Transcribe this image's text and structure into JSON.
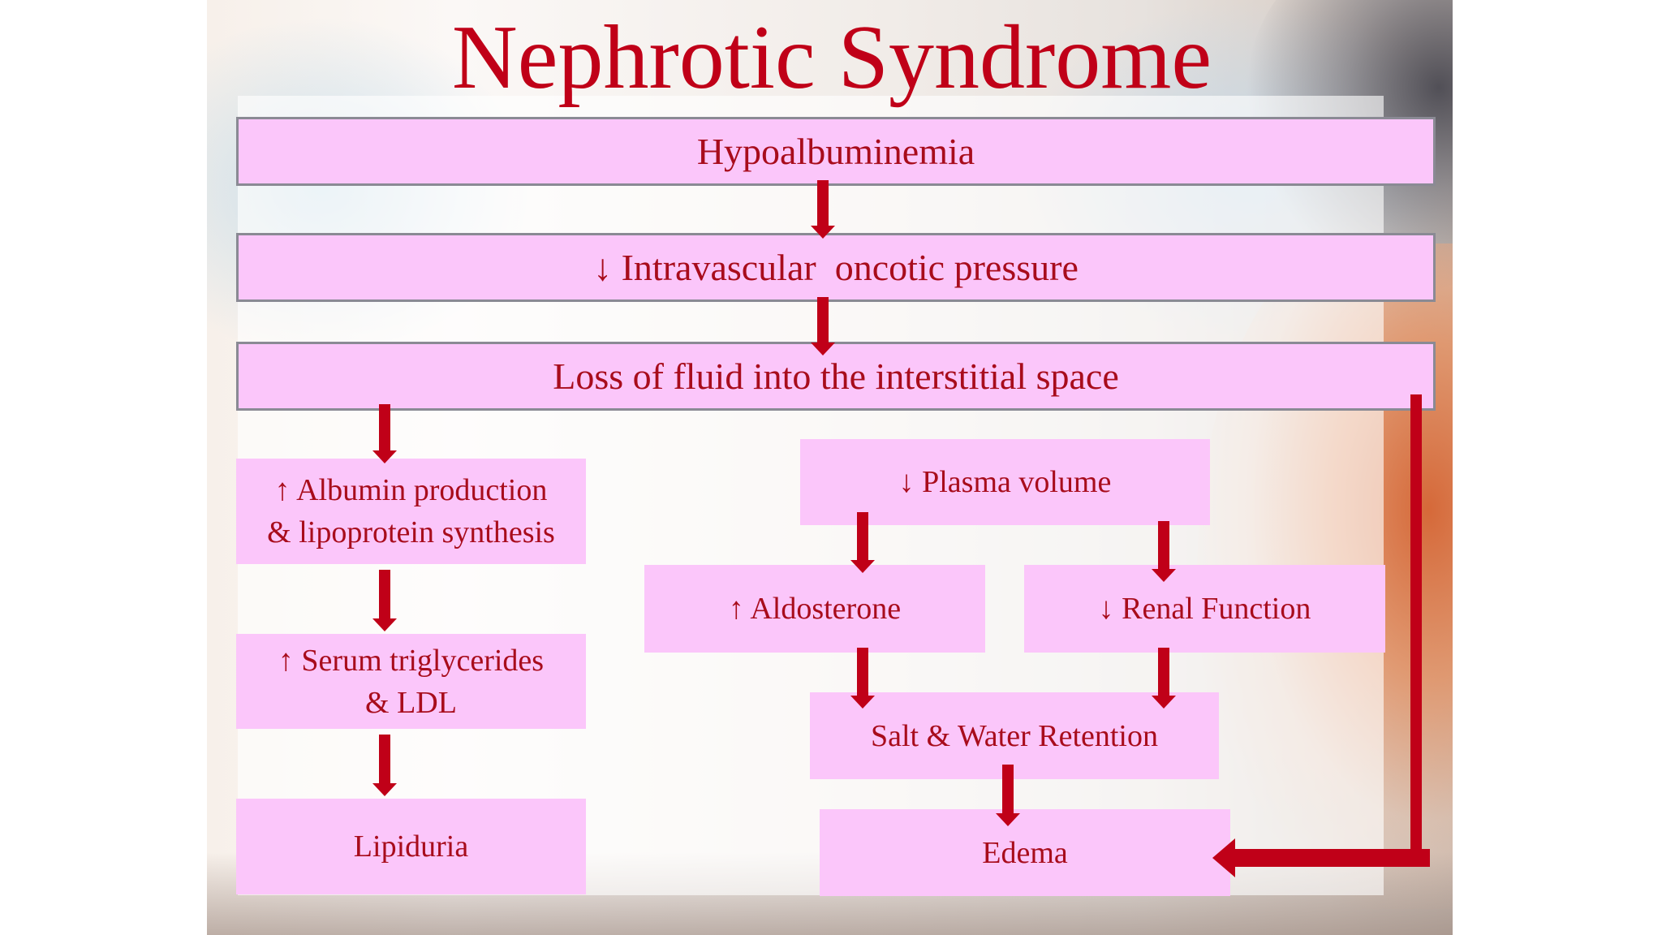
{
  "title": "Nephrotic Syndrome",
  "flowchart": {
    "hypoalbuminemia": "Hypoalbuminemia",
    "oncotic_pressure": "↓ Intravascular  oncotic pressure",
    "fluid_loss": "Loss of fluid into the interstitial space",
    "albumin_line1": "↑ Albumin production",
    "albumin_line2": "& lipoprotein synthesis",
    "triglycerides_line1": "↑ Serum triglycerides",
    "triglycerides_line2": "& LDL",
    "lipiduria": "Lipiduria",
    "plasma_volume": "↓ Plasma volume",
    "aldosterone": "↑ Aldosterone",
    "renal_function": "↓ Renal Function",
    "salt_water": "Salt & Water Retention",
    "edema": "Edema"
  },
  "colors": {
    "title": "#c00018",
    "box_fill": "#fbc6fa",
    "box_text": "#a80c1c",
    "arrow": "#c00018",
    "bar_border": "#8a8a94"
  }
}
